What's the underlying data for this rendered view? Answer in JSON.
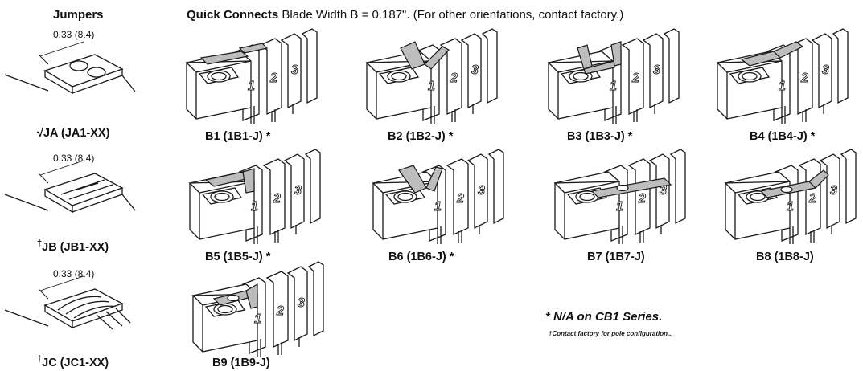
{
  "jumpers": {
    "header": "Jumpers",
    "dimension": "0.33 (8.4)",
    "items": [
      {
        "prefix": "√",
        "label": "JA (JA1-XX)",
        "icon": "jumper-ja-icon"
      },
      {
        "prefix": "†",
        "label": "JB (JB1-XX)",
        "icon": "jumper-jb-icon"
      },
      {
        "prefix": "†",
        "label": "JC (JC1-XX)",
        "icon": "jumper-jc-icon"
      }
    ]
  },
  "quick_connects": {
    "title_bold": "Quick Connects",
    "title_rest": "Blade Width B = 0.187\".  (For other orientations, contact factory.)",
    "terminal_numbers": [
      "1",
      "2",
      "3"
    ],
    "items": [
      {
        "label": "B1 (1B1-J) *",
        "variant": "flat-left"
      },
      {
        "label": "B2 (1B2-J) *",
        "variant": "v-left"
      },
      {
        "label": "B3 (1B3-J) *",
        "variant": "u-up"
      },
      {
        "label": "B4 (1B4-J) *",
        "variant": "angled-left"
      },
      {
        "label": "B5 (1B5-J) *",
        "variant": "flat-left-up"
      },
      {
        "label": "B6 (1B6-J) *",
        "variant": "v-left-up"
      },
      {
        "label": "B7 (1B7-J)",
        "variant": "flat-right"
      },
      {
        "label": "B8 (1B8-J)",
        "variant": "angled-right"
      },
      {
        "label": "B9 (1B9-J)",
        "variant": "single-up"
      }
    ]
  },
  "notes": {
    "na": "* N/A on CB1 Series.",
    "contact": "†Contact factory for pole configuration..,"
  },
  "colors": {
    "line": "#1a1a1a",
    "blade_fill": "#bdbdbd",
    "background": "#ffffff"
  }
}
